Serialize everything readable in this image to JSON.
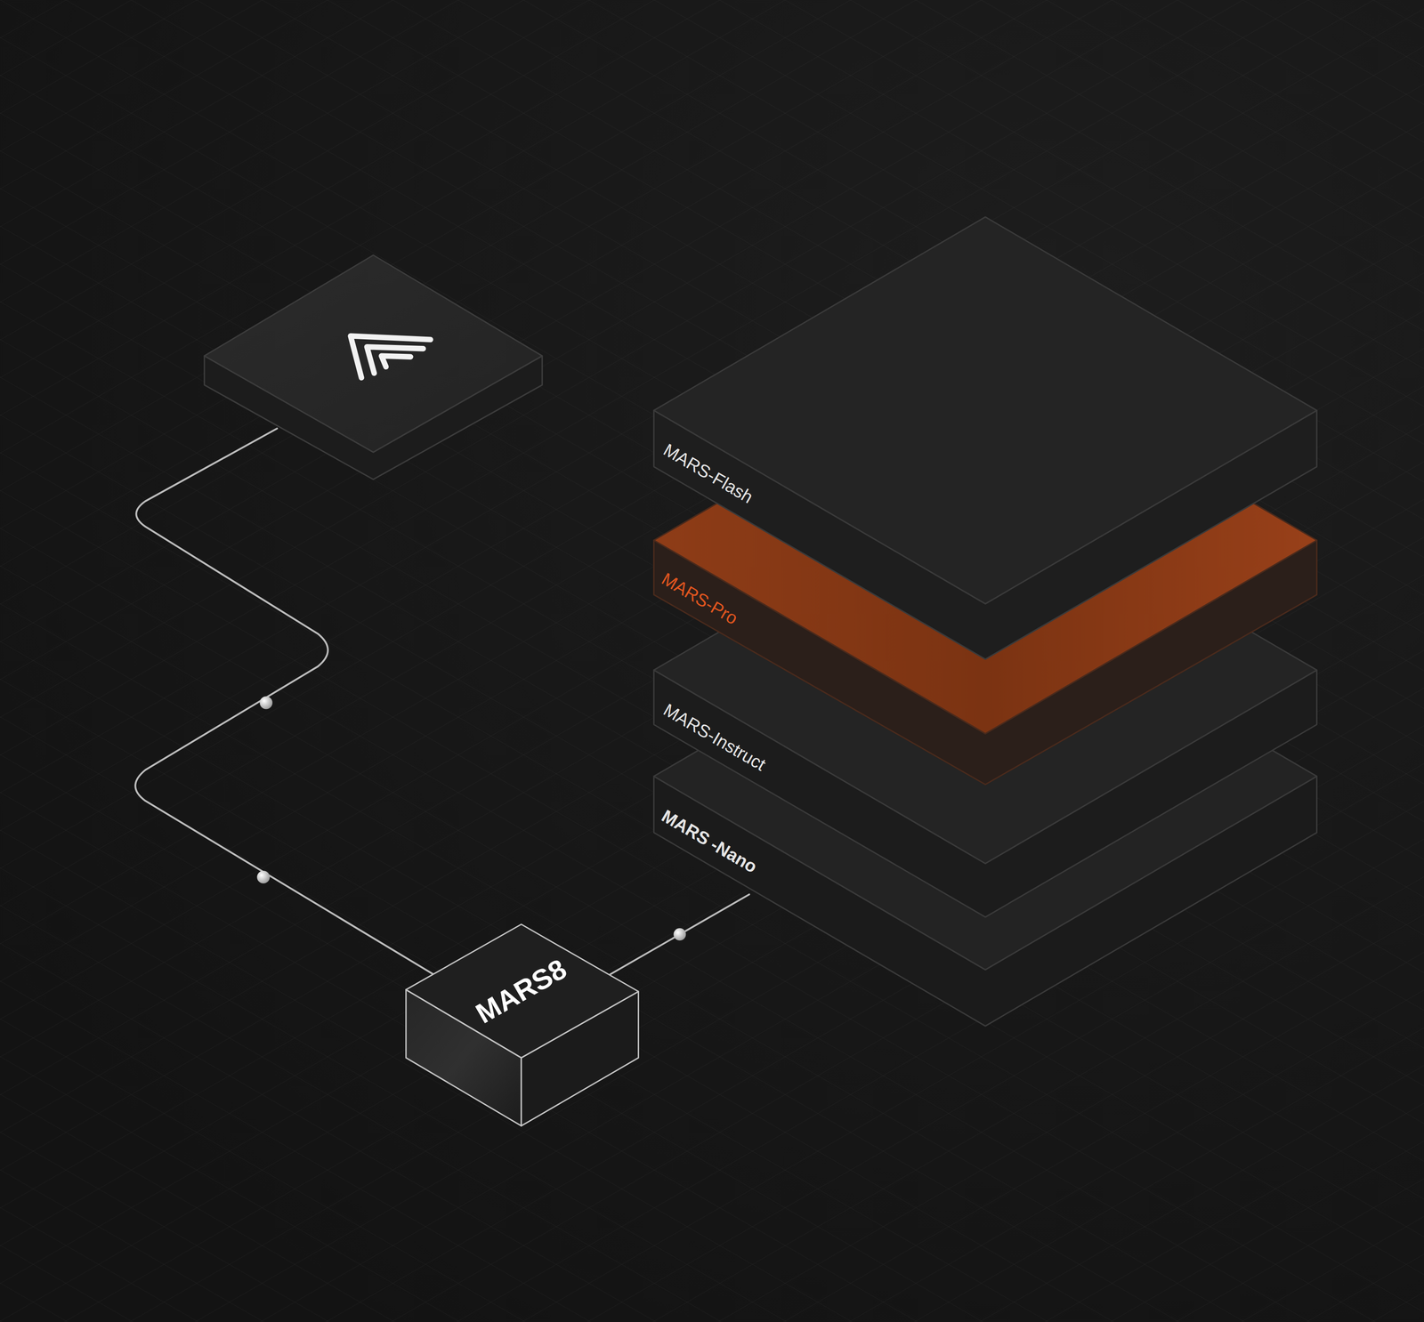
{
  "diagram": {
    "nodes": [
      {
        "text": [
          "MARS-Flash"
        ]
      },
      {
        "text": [
          "MARS-Pro"
        ]
      },
      {
        "text": [
          "MARS-Instruct"
        ]
      },
      {
        "text": [
          "MARS -Nano"
        ]
      },
      {
        "text": [
          "MARS8"
        ]
      }
    ],
    "edges": [
      {
        "from": 4,
        "to": 3,
        "arrow": "none"
      }
    ]
  }
}
